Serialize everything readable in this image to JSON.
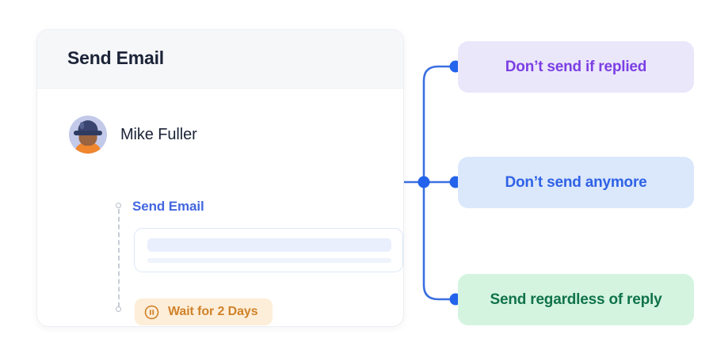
{
  "card": {
    "title": "Send Email",
    "user": {
      "name": "Mike Fuller",
      "avatar_icon": "avatar-person-icon"
    },
    "step": {
      "label": "Send Email",
      "body_placeholder_lines": 2
    },
    "wait_badge": {
      "icon": "pause-icon",
      "label": "Wait for 2 Days"
    }
  },
  "connector": {
    "line_color": "#3b6fe0",
    "dot_color": "#2463eb",
    "junction_icon": "branch-junction-dot"
  },
  "branches": [
    {
      "label": "Don’t send if replied",
      "bg": "#ebe7fa",
      "text_color": "#7b3fe4"
    },
    {
      "label": "Don’t send anymore",
      "bg": "#dbe8fb",
      "text_color": "#2f62e6"
    },
    {
      "label": "Send regardless of reply",
      "bg": "#d4f4e0",
      "text_color": "#11734a"
    }
  ],
  "colors": {
    "page_bg": "#ffffff",
    "card_bg": "#ffffff",
    "card_header_bg": "#f6f7f9",
    "title_text": "#1b2337",
    "step_link": "#4367e0",
    "badge_bg": "#fdeed9",
    "badge_text": "#d0822a",
    "rail": "#c8cdd6"
  }
}
